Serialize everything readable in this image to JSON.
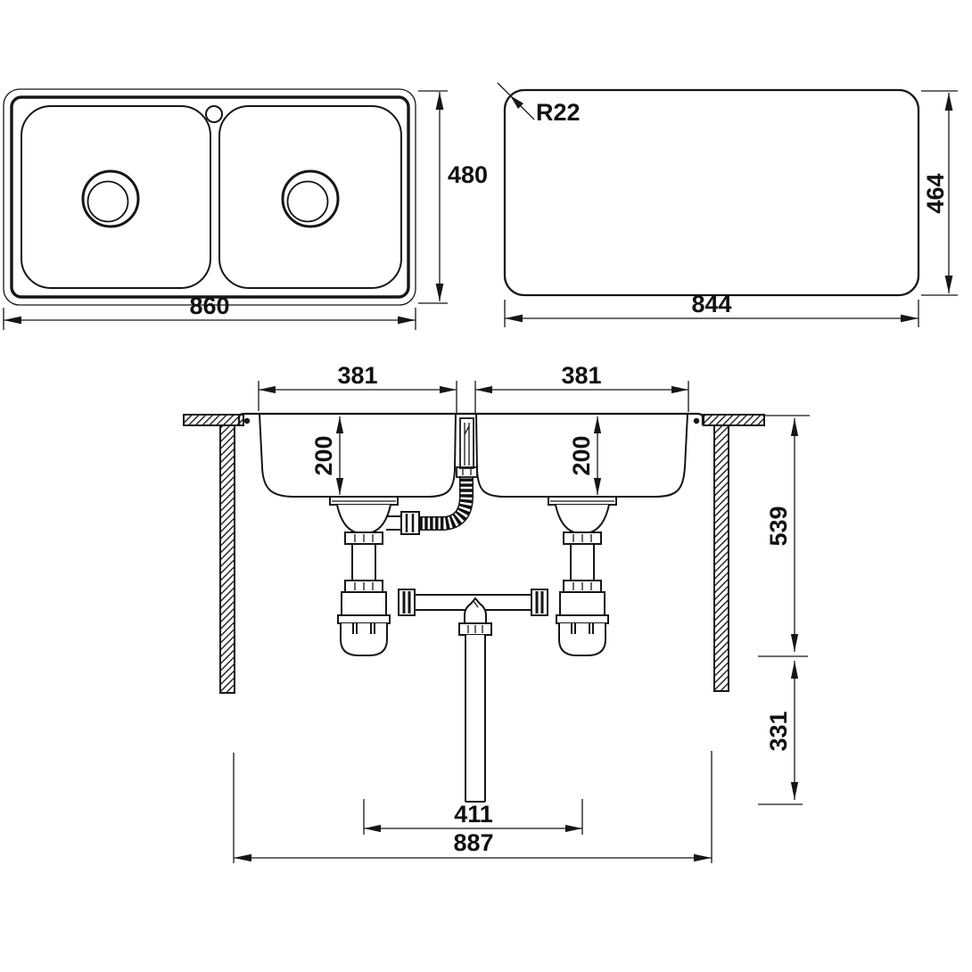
{
  "drawing": {
    "description": "Double bowl sink technical installation drawing",
    "colors": {
      "line": "#161616",
      "background": "#ffffff"
    },
    "views": {
      "top": {
        "width": "860",
        "height": "480"
      },
      "cutout": {
        "radius": "R22",
        "width": "844",
        "height": "464"
      },
      "section": {
        "bowl_width_left": "381",
        "bowl_width_right": "381",
        "bowl_depth_left": "200",
        "bowl_depth_right": "200",
        "height_upper": "539",
        "height_lower": "331",
        "drain_spacing": "411",
        "overall_width": "887"
      }
    }
  }
}
